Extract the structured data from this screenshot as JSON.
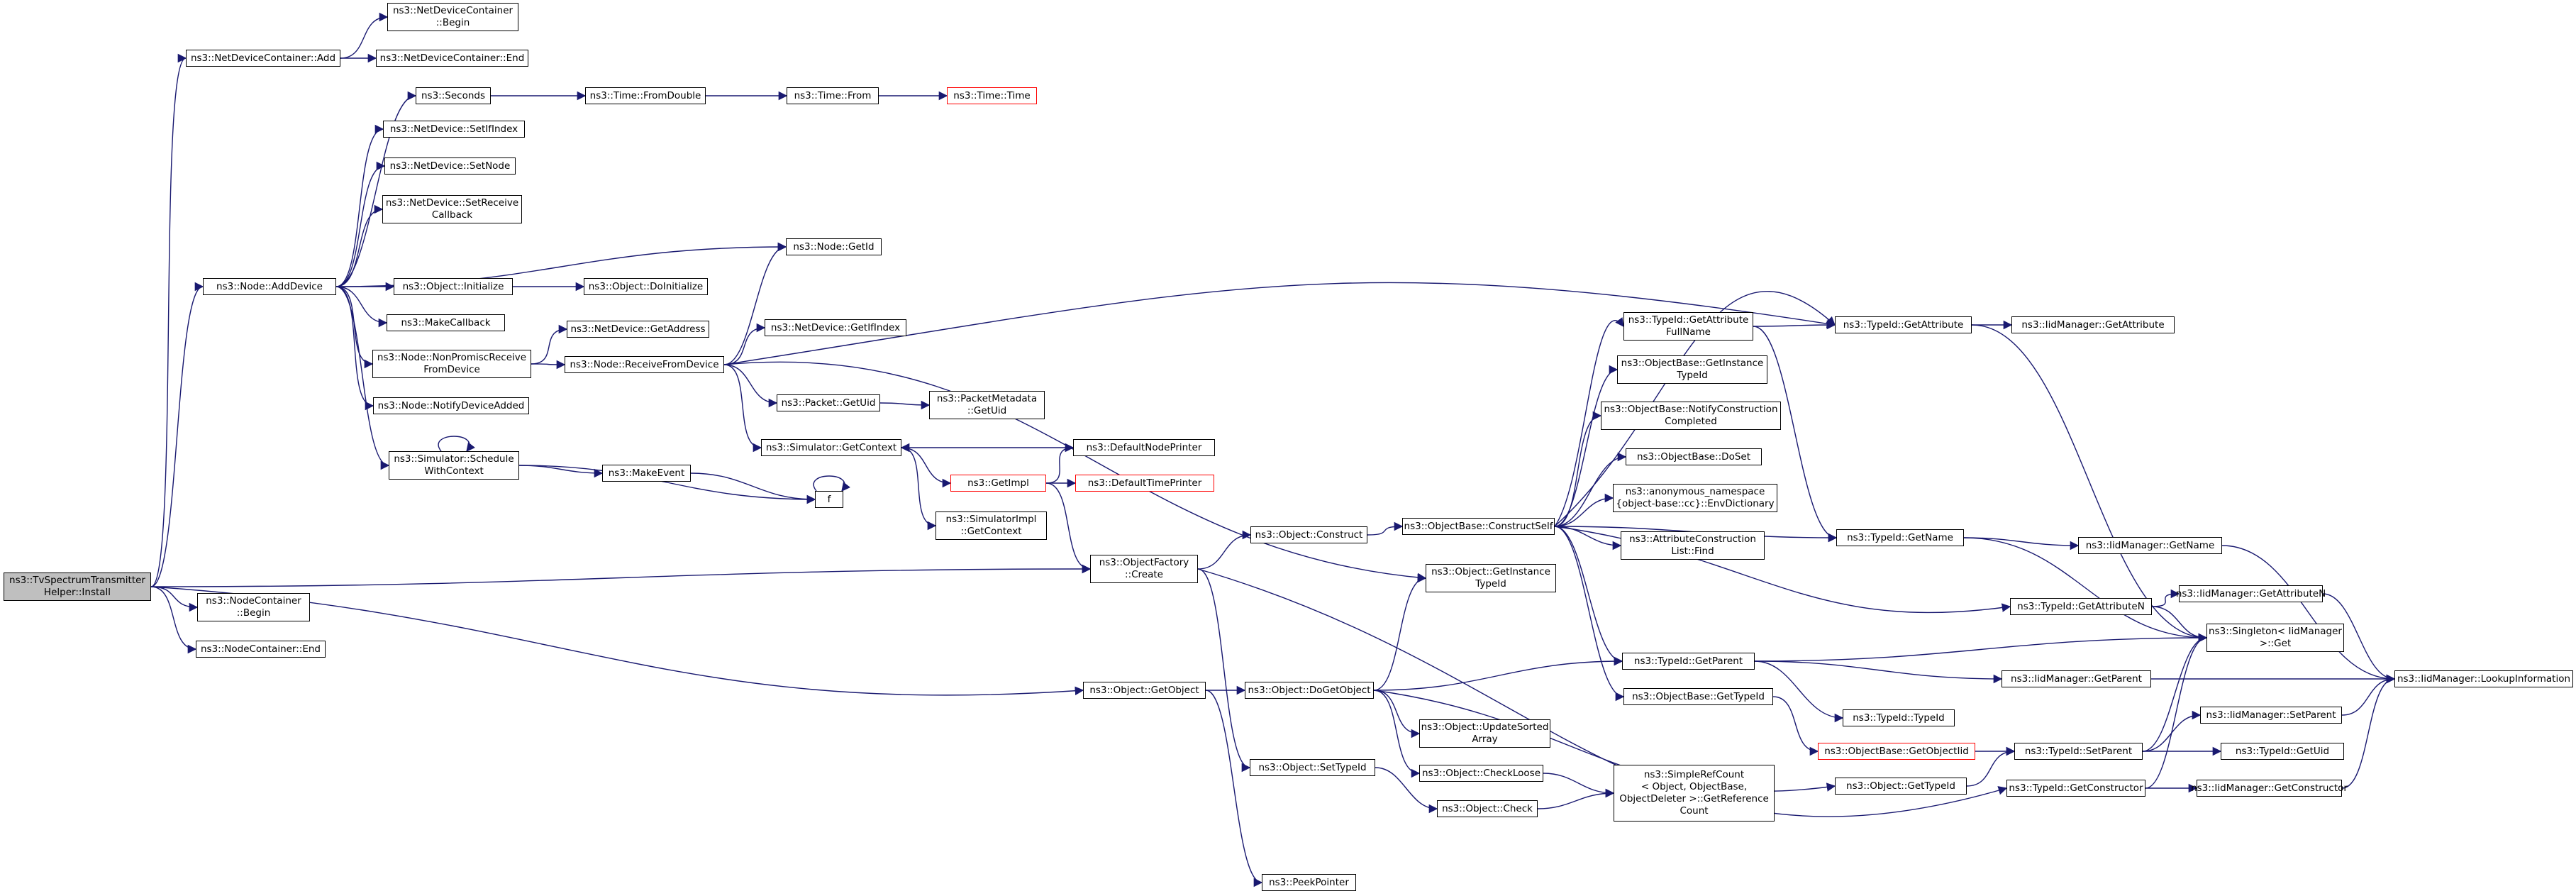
{
  "graph": {
    "type": "call-graph",
    "nodes": [
      {
        "id": "root",
        "label": "ns3::TvSpectrumTransmitter\nHelper::Install",
        "style": "root"
      },
      {
        "id": "ndcBegin",
        "label": "ns3::NetDeviceContainer\n::Begin"
      },
      {
        "id": "ndcAdd",
        "label": "ns3::NetDeviceContainer::Add"
      },
      {
        "id": "ndcEnd",
        "label": "ns3::NetDeviceContainer::End"
      },
      {
        "id": "seconds",
        "label": "ns3::Seconds"
      },
      {
        "id": "fromDouble",
        "label": "ns3::Time::FromDouble"
      },
      {
        "id": "timeFrom",
        "label": "ns3::Time::From"
      },
      {
        "id": "timeTime",
        "label": "ns3::Time::Time",
        "style": "red"
      },
      {
        "id": "setIfIndex",
        "label": "ns3::NetDevice::SetIfIndex"
      },
      {
        "id": "setNode",
        "label": "ns3::NetDevice::SetNode"
      },
      {
        "id": "setRecv",
        "label": "ns3::NetDevice::SetReceive\nCallback"
      },
      {
        "id": "nodeGetId",
        "label": "ns3::Node::GetId"
      },
      {
        "id": "addDevice",
        "label": "ns3::Node::AddDevice"
      },
      {
        "id": "objInit",
        "label": "ns3::Object::Initialize"
      },
      {
        "id": "objDoInit",
        "label": "ns3::Object::DoInitialize"
      },
      {
        "id": "makeCb",
        "label": "ns3::MakeCallback"
      },
      {
        "id": "getAddr",
        "label": "ns3::NetDevice::GetAddress"
      },
      {
        "id": "nonPromisc",
        "label": "ns3::Node::NonPromiscReceive\nFromDevice"
      },
      {
        "id": "recvFrom",
        "label": "ns3::Node::ReceiveFromDevice"
      },
      {
        "id": "getIfIndex",
        "label": "ns3::NetDevice::GetIfIndex"
      },
      {
        "id": "notifyAdded",
        "label": "ns3::Node::NotifyDeviceAdded"
      },
      {
        "id": "pktUid",
        "label": "ns3::Packet::GetUid"
      },
      {
        "id": "pmUid",
        "label": "ns3::PacketMetadata\n::GetUid"
      },
      {
        "id": "simCtx",
        "label": "ns3::Simulator::GetContext"
      },
      {
        "id": "defNodePr",
        "label": "ns3::DefaultNodePrinter"
      },
      {
        "id": "getImpl",
        "label": "ns3::GetImpl",
        "style": "red"
      },
      {
        "id": "defTimePr",
        "label": "ns3::DefaultTimePrinter",
        "style": "red"
      },
      {
        "id": "schedCtx",
        "label": "ns3::Simulator::Schedule\nWithContext"
      },
      {
        "id": "makeEvent",
        "label": "ns3::MakeEvent"
      },
      {
        "id": "f",
        "label": "f"
      },
      {
        "id": "simImplCtx",
        "label": "ns3::SimulatorImpl\n::GetContext"
      },
      {
        "id": "nodeContBegin",
        "label": "ns3::NodeContainer\n::Begin"
      },
      {
        "id": "nodeContEnd",
        "label": "ns3::NodeContainer::End"
      },
      {
        "id": "objFactCreate",
        "label": "ns3::ObjectFactory\n::Create"
      },
      {
        "id": "objConstruct",
        "label": "ns3::Object::Construct"
      },
      {
        "id": "objGetInstTid",
        "label": "ns3::Object::GetInstance\nTypeId"
      },
      {
        "id": "constructSelf",
        "label": "ns3::ObjectBase::ConstructSelf"
      },
      {
        "id": "attrFullName",
        "label": "ns3::TypeId::GetAttribute\nFullName"
      },
      {
        "id": "tidGetAttr",
        "label": "ns3::TypeId::GetAttribute"
      },
      {
        "id": "iidGetAttr",
        "label": "ns3::IidManager::GetAttribute"
      },
      {
        "id": "obGetInstTid",
        "label": "ns3::ObjectBase::GetInstance\nTypeId"
      },
      {
        "id": "notifyCons",
        "label": "ns3::ObjectBase::NotifyConstruction\nCompleted"
      },
      {
        "id": "doSet",
        "label": "ns3::ObjectBase::DoSet"
      },
      {
        "id": "envDict",
        "label": "ns3::anonymous_namespace\n{object-base::cc}::EnvDictionary"
      },
      {
        "id": "acFind",
        "label": "ns3::AttributeConstruction\nList::Find"
      },
      {
        "id": "tidGetName",
        "label": "ns3::TypeId::GetName"
      },
      {
        "id": "iidGetName",
        "label": "ns3::IidManager::GetName"
      },
      {
        "id": "tidGetAttrN",
        "label": "ns3::TypeId::GetAttributeN"
      },
      {
        "id": "iidGetAttrN",
        "label": "ns3::IidManager::GetAttributeN"
      },
      {
        "id": "singleton",
        "label": "ns3::Singleton< IidManager\n>::Get"
      },
      {
        "id": "objGetObject",
        "label": "ns3::Object::GetObject"
      },
      {
        "id": "doGetObject",
        "label": "ns3::Object::DoGetObject"
      },
      {
        "id": "tidGetParent",
        "label": "ns3::TypeId::GetParent"
      },
      {
        "id": "iidGetParent",
        "label": "ns3::IidManager::GetParent"
      },
      {
        "id": "lookupInfo",
        "label": "ns3::IidManager::LookupInformation"
      },
      {
        "id": "obGetTid",
        "label": "ns3::ObjectBase::GetTypeId"
      },
      {
        "id": "tidTid",
        "label": "ns3::TypeId::TypeId"
      },
      {
        "id": "updSorted",
        "label": "ns3::Object::UpdateSorted\nArray"
      },
      {
        "id": "getObjectTid",
        "label": "ns3::ObjectBase::GetObjectIid",
        "style": "red"
      },
      {
        "id": "tidSetParent",
        "label": "ns3::TypeId::SetParent"
      },
      {
        "id": "iidSetParent",
        "label": "ns3::IidManager::SetParent"
      },
      {
        "id": "tidGetUid",
        "label": "ns3::TypeId::GetUid"
      },
      {
        "id": "objCheckLoose",
        "label": "ns3::Object::CheckLoose"
      },
      {
        "id": "simpleRef",
        "label": "ns3::SimpleRefCount\n< Object, ObjectBase,\nObjectDeleter >::GetReference\nCount"
      },
      {
        "id": "objSetTid",
        "label": "ns3::Object::SetTypeId"
      },
      {
        "id": "objCheck",
        "label": "ns3::Object::Check"
      },
      {
        "id": "objGetTid",
        "label": "ns3::Object::GetTypeId"
      },
      {
        "id": "tidGetCons",
        "label": "ns3::TypeId::GetConstructor"
      },
      {
        "id": "iidGetCons",
        "label": "ns3::IidManager::GetConstructor"
      },
      {
        "id": "peekPtr",
        "label": "ns3::PeekPointer"
      }
    ],
    "edges": [
      [
        "root",
        "ndcAdd"
      ],
      [
        "root",
        "addDevice"
      ],
      [
        "root",
        "objFactCreate"
      ],
      [
        "root",
        "nodeContBegin"
      ],
      [
        "root",
        "nodeContEnd"
      ],
      [
        "root",
        "objGetObject"
      ],
      [
        "ndcAdd",
        "ndcBegin"
      ],
      [
        "ndcAdd",
        "ndcEnd"
      ],
      [
        "addDevice",
        "seconds"
      ],
      [
        "addDevice",
        "setIfIndex"
      ],
      [
        "addDevice",
        "setNode"
      ],
      [
        "addDevice",
        "setRecv"
      ],
      [
        "addDevice",
        "nodeGetId"
      ],
      [
        "addDevice",
        "objInit"
      ],
      [
        "addDevice",
        "makeCb"
      ],
      [
        "addDevice",
        "nonPromisc"
      ],
      [
        "addDevice",
        "notifyAdded"
      ],
      [
        "addDevice",
        "schedCtx"
      ],
      [
        "seconds",
        "fromDouble"
      ],
      [
        "fromDouble",
        "timeFrom"
      ],
      [
        "timeFrom",
        "timeTime"
      ],
      [
        "objInit",
        "objDoInit"
      ],
      [
        "nonPromisc",
        "getAddr"
      ],
      [
        "nonPromisc",
        "recvFrom"
      ],
      [
        "recvFrom",
        "nodeGetId"
      ],
      [
        "recvFrom",
        "getIfIndex"
      ],
      [
        "recvFrom",
        "pktUid"
      ],
      [
        "recvFrom",
        "simCtx"
      ],
      [
        "recvFrom",
        "tidGetAttr"
      ],
      [
        "recvFrom",
        "objGetInstTid"
      ],
      [
        "pktUid",
        "pmUid"
      ],
      [
        "simCtx",
        "getImpl"
      ],
      [
        "simCtx",
        "simImplCtx"
      ],
      [
        "defNodePr",
        "simCtx"
      ],
      [
        "getImpl",
        "defNodePr"
      ],
      [
        "getImpl",
        "defTimePr"
      ],
      [
        "getImpl",
        "objFactCreate"
      ],
      [
        "schedCtx",
        "schedCtx"
      ],
      [
        "schedCtx",
        "makeEvent"
      ],
      [
        "schedCtx",
        "f"
      ],
      [
        "makeEvent",
        "f"
      ],
      [
        "f",
        "f"
      ],
      [
        "objFactCreate",
        "objConstruct"
      ],
      [
        "objFactCreate",
        "objSetTid"
      ],
      [
        "objFactCreate",
        "tidGetCons"
      ],
      [
        "objConstruct",
        "constructSelf"
      ],
      [
        "constructSelf",
        "attrFullName"
      ],
      [
        "constructSelf",
        "tidGetAttr"
      ],
      [
        "constructSelf",
        "obGetInstTid"
      ],
      [
        "constructSelf",
        "notifyCons"
      ],
      [
        "constructSelf",
        "doSet"
      ],
      [
        "constructSelf",
        "envDict"
      ],
      [
        "constructSelf",
        "acFind"
      ],
      [
        "constructSelf",
        "tidGetName"
      ],
      [
        "constructSelf",
        "tidGetAttrN"
      ],
      [
        "constructSelf",
        "tidGetParent"
      ],
      [
        "constructSelf",
        "obGetTid"
      ],
      [
        "attrFullName",
        "tidGetAttr"
      ],
      [
        "attrFullName",
        "tidGetName"
      ],
      [
        "tidGetAttr",
        "iidGetAttr"
      ],
      [
        "tidGetAttr",
        "singleton"
      ],
      [
        "tidGetName",
        "iidGetName"
      ],
      [
        "tidGetName",
        "singleton"
      ],
      [
        "tidGetAttrN",
        "iidGetAttrN"
      ],
      [
        "tidGetAttrN",
        "singleton"
      ],
      [
        "iidGetName",
        "lookupInfo"
      ],
      [
        "iidGetAttrN",
        "lookupInfo"
      ],
      [
        "objGetObject",
        "doGetObject"
      ],
      [
        "objGetObject",
        "peekPtr"
      ],
      [
        "doGetObject",
        "objGetInstTid"
      ],
      [
        "doGetObject",
        "tidGetParent"
      ],
      [
        "doGetObject",
        "updSorted"
      ],
      [
        "doGetObject",
        "objCheckLoose"
      ],
      [
        "doGetObject",
        "objGetTid"
      ],
      [
        "tidGetParent",
        "singleton"
      ],
      [
        "tidGetParent",
        "iidGetParent"
      ],
      [
        "tidGetParent",
        "tidTid"
      ],
      [
        "iidGetParent",
        "lookupInfo"
      ],
      [
        "obGetTid",
        "getObjectTid"
      ],
      [
        "getObjectTid",
        "tidSetParent"
      ],
      [
        "objGetTid",
        "tidSetParent"
      ],
      [
        "tidSetParent",
        "singleton"
      ],
      [
        "tidSetParent",
        "iidSetParent"
      ],
      [
        "tidSetParent",
        "tidGetUid"
      ],
      [
        "iidSetParent",
        "lookupInfo"
      ],
      [
        "objCheckLoose",
        "simpleRef"
      ],
      [
        "objSetTid",
        "objCheck"
      ],
      [
        "objCheck",
        "simpleRef"
      ],
      [
        "tidGetCons",
        "singleton"
      ],
      [
        "tidGetCons",
        "iidGetCons"
      ],
      [
        "iidGetCons",
        "lookupInfo"
      ]
    ]
  },
  "colors": {
    "edge": "#191970",
    "border": "#000000",
    "highlight_border": "#ff0000",
    "root_fill": "#bfbfbf"
  }
}
